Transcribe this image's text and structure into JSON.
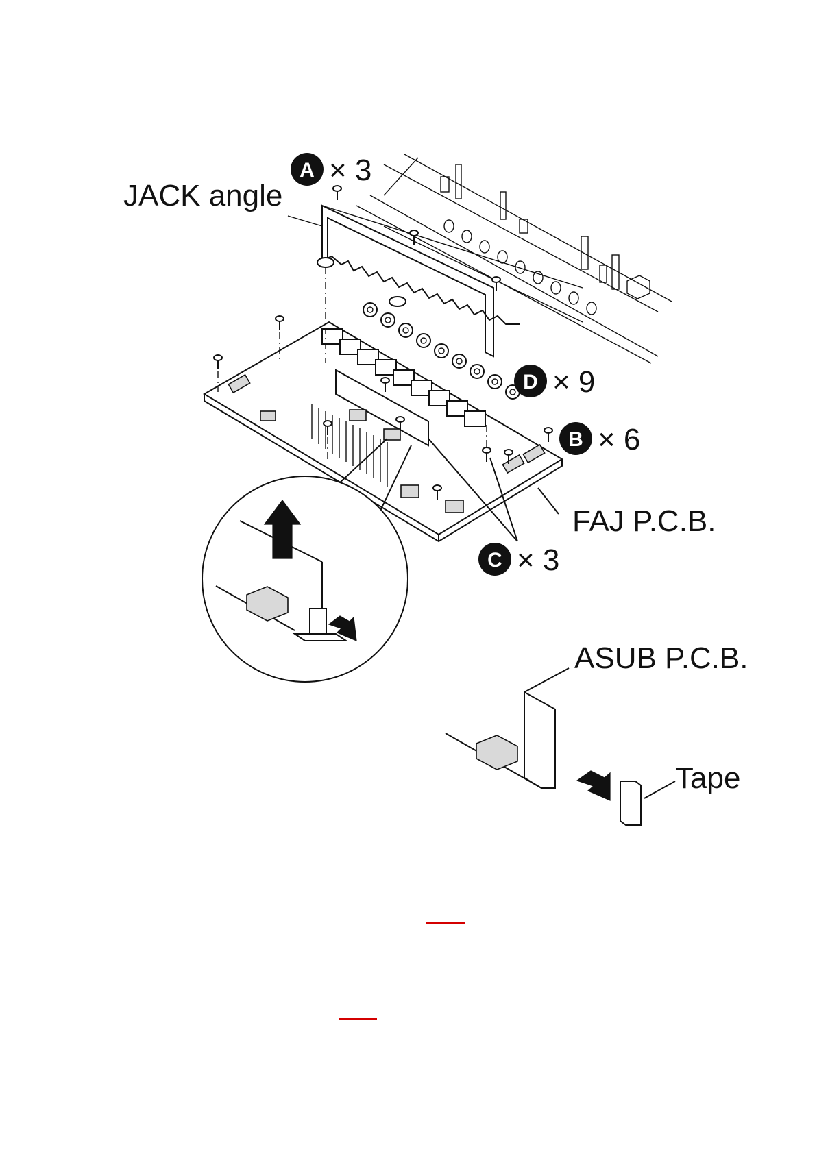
{
  "labels": {
    "jack_angle": "JACK angle",
    "faj_pcb": "FAJ P.C.B.",
    "asub_pcb": "ASUB P.C.B.",
    "tape": "Tape"
  },
  "screws": {
    "a": {
      "letter": "A",
      "qty": "× 3"
    },
    "b": {
      "letter": "B",
      "qty": "× 6"
    },
    "c": {
      "letter": "C",
      "qty": "× 3"
    },
    "d": {
      "letter": "D",
      "qty": "× 9"
    }
  },
  "colors": {
    "line": "#111111",
    "link_underline": "#d40000"
  }
}
